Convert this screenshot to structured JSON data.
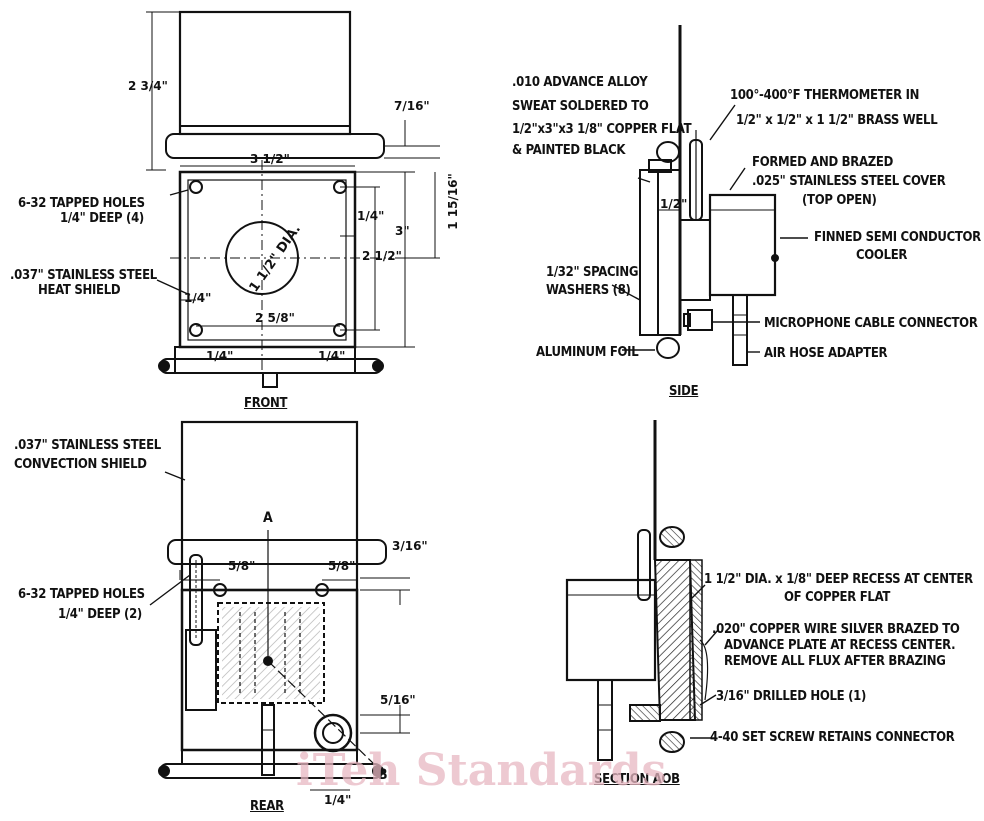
{
  "views": {
    "front": "FRONT",
    "side": "SIDE",
    "rear": "REAR",
    "section": "SECTION AOB"
  },
  "front_labels": {
    "tapped_holes_4": [
      "6-32 TAPPED HOLES",
      "1/4\" DEEP (4)"
    ],
    "heat_shield": [
      ".037\" STAINLESS STEEL",
      "HEAT SHIELD"
    ],
    "hole_dia": "1 1/2\" DIA."
  },
  "front_dims": {
    "height_top": "2 3/4\"",
    "width_top": "3 1/2\"",
    "side_right_small": "7/16\"",
    "side_right_large": "1 15/16\"",
    "height_plate": "3\"",
    "hole_spacing_v": "2 1/2\"",
    "hole_spacing_h": "2 5/8\"",
    "left_quarter": "1/4\"",
    "mid_quarter": "1/4\"",
    "bottom_left": "1/4\"",
    "bottom_right": "1/4\""
  },
  "side_labels": {
    "advance_alloy": [
      ".010 ADVANCE ALLOY",
      "SWEAT SOLDERED TO",
      "1/2\"x3\"x3 1/8\" COPPER FLAT",
      "& PAINTED BLACK"
    ],
    "thermometer": [
      "100°-400°F THERMOMETER IN",
      "1/2\" x 1/2\" x 1 1/2\" BRASS WELL"
    ],
    "cover": [
      "FORMED AND BRAZED",
      ".025\" STAINLESS STEEL COVER",
      "(TOP OPEN)"
    ],
    "cooler": [
      "FINNED SEMI CONDUCTOR",
      "COOLER"
    ],
    "washers": [
      "1/32\" SPACING",
      "WASHERS (8)"
    ],
    "mic": "MICROPHONE CABLE CONNECTOR",
    "foil": "ALUMINUM FOIL",
    "air_hose": "AIR HOSE ADAPTER",
    "half": "1/2\""
  },
  "rear_labels": {
    "convection": [
      ".037\" STAINLESS STEEL",
      "CONVECTION SHIELD"
    ],
    "tapped_holes_2": [
      "6-32 TAPPED HOLES",
      "1/4\" DEEP (2)"
    ],
    "a": "A",
    "b": "B",
    "dim_5_8_left": "5/8\"",
    "dim_5_8_right": "5/8\"",
    "dim_3_16": "3/16\"",
    "dim_5_16": "5/16\"",
    "dim_1_4": "1/4\""
  },
  "section_labels": {
    "recess": [
      "1 1/2\" DIA. x 1/8\" DEEP RECESS AT CENTER",
      "OF COPPER FLAT"
    ],
    "wire": [
      ".020\" COPPER WIRE SILVER BRAZED TO",
      "ADVANCE PLATE AT RECESS CENTER.",
      "REMOVE ALL FLUX AFTER BRAZING"
    ],
    "drilled": "3/16\" DRILLED HOLE (1)",
    "set_screw": "4-40 SET SCREW RETAINS CONNECTOR"
  },
  "watermark": "iTeh Standards"
}
